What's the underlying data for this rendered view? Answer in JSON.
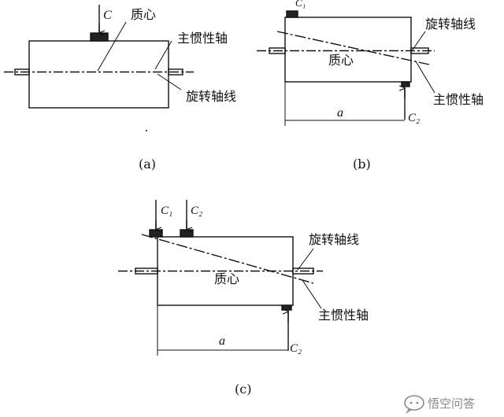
{
  "panels": {
    "a": {
      "caption": "(a)",
      "weight_label": "C",
      "mass_center": "质心",
      "principal_axis": "主惯性轴",
      "rotation_axis": "旋转轴线"
    },
    "b": {
      "caption": "(b)",
      "weight_label_top": "C₁",
      "weight_label_bottom": "C₂",
      "mass_center": "质心",
      "rotation_axis": "旋转轴线",
      "principal_axis": "主惯性轴",
      "distance_label": "a"
    },
    "c": {
      "caption": "(c)",
      "weight_label_1": "C₁",
      "weight_label_2": "C₂",
      "weight_label_bottom": "C₂",
      "mass_center": "质心",
      "rotation_axis": "旋转轴线",
      "principal_axis": "主惯性轴",
      "distance_label": "a"
    }
  },
  "watermark": {
    "icon": "speech-bubble-icon",
    "text": "悟空问答"
  }
}
